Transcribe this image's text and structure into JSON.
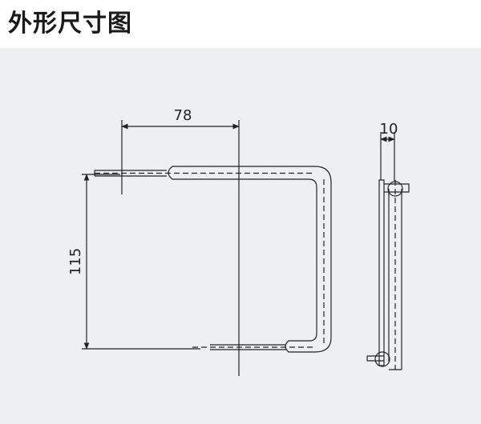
{
  "header": {
    "title": "外形尺寸图"
  },
  "drawing": {
    "front_view": {
      "width_label": "78",
      "height_label": "115"
    },
    "side_view": {
      "depth_label": "10"
    }
  },
  "colors": {
    "panel_background": "#eeeff0",
    "line": "#222222"
  }
}
